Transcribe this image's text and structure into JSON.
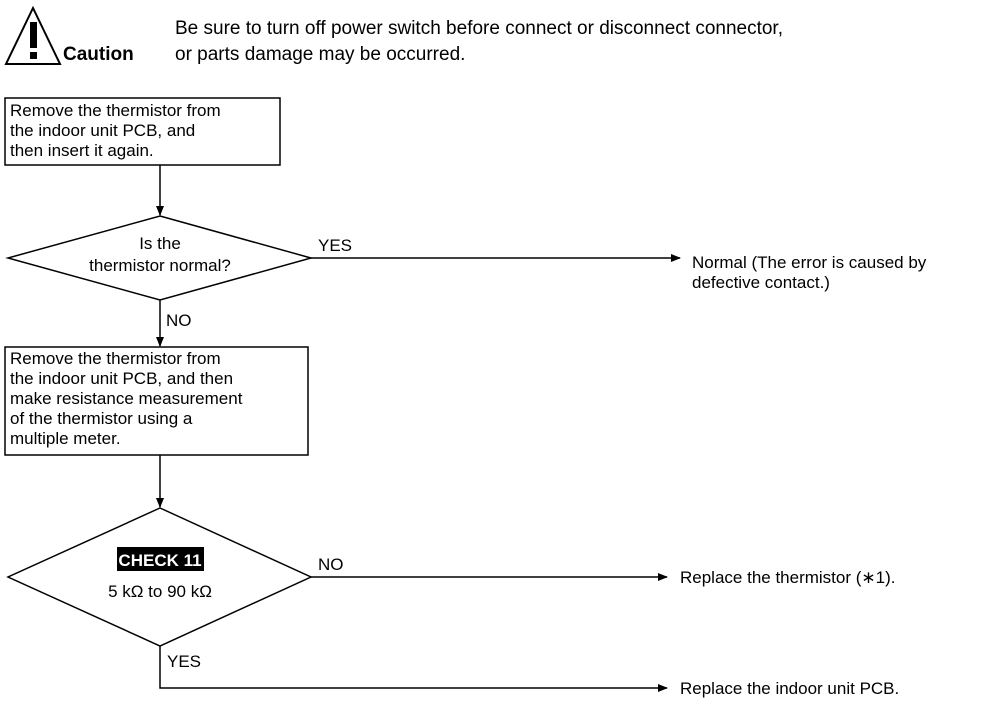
{
  "caution": {
    "icon": "warning-triangle-icon",
    "label": "Caution",
    "line1": "Be sure to turn off power switch before connect or disconnect connector,",
    "line2": "or parts damage may be occurred."
  },
  "flow": {
    "box1": [
      "Remove the thermistor from",
      "the indoor unit PCB, and",
      "then insert it again."
    ],
    "diamond1": [
      "Is the",
      "thermistor normal?"
    ],
    "d1_yes_label": "YES",
    "d1_no_label": "NO",
    "result1": [
      "Normal (The error is caused by",
      "defective contact.)"
    ],
    "box2": [
      "Remove the thermistor from",
      "the indoor unit PCB, and then",
      "make resistance measurement",
      "of the thermistor using a",
      "multiple meter."
    ],
    "diamond2_badge": "CHECK 11",
    "diamond2_text": "5 kΩ to 90 kΩ",
    "d2_no_label": "NO",
    "d2_yes_label": "YES",
    "result2": "Replace the thermistor (∗1).",
    "result3": "Replace the indoor unit PCB."
  },
  "colors": {
    "badge_bg": "#000000",
    "badge_text": "#ffffff",
    "line": "#000000"
  }
}
